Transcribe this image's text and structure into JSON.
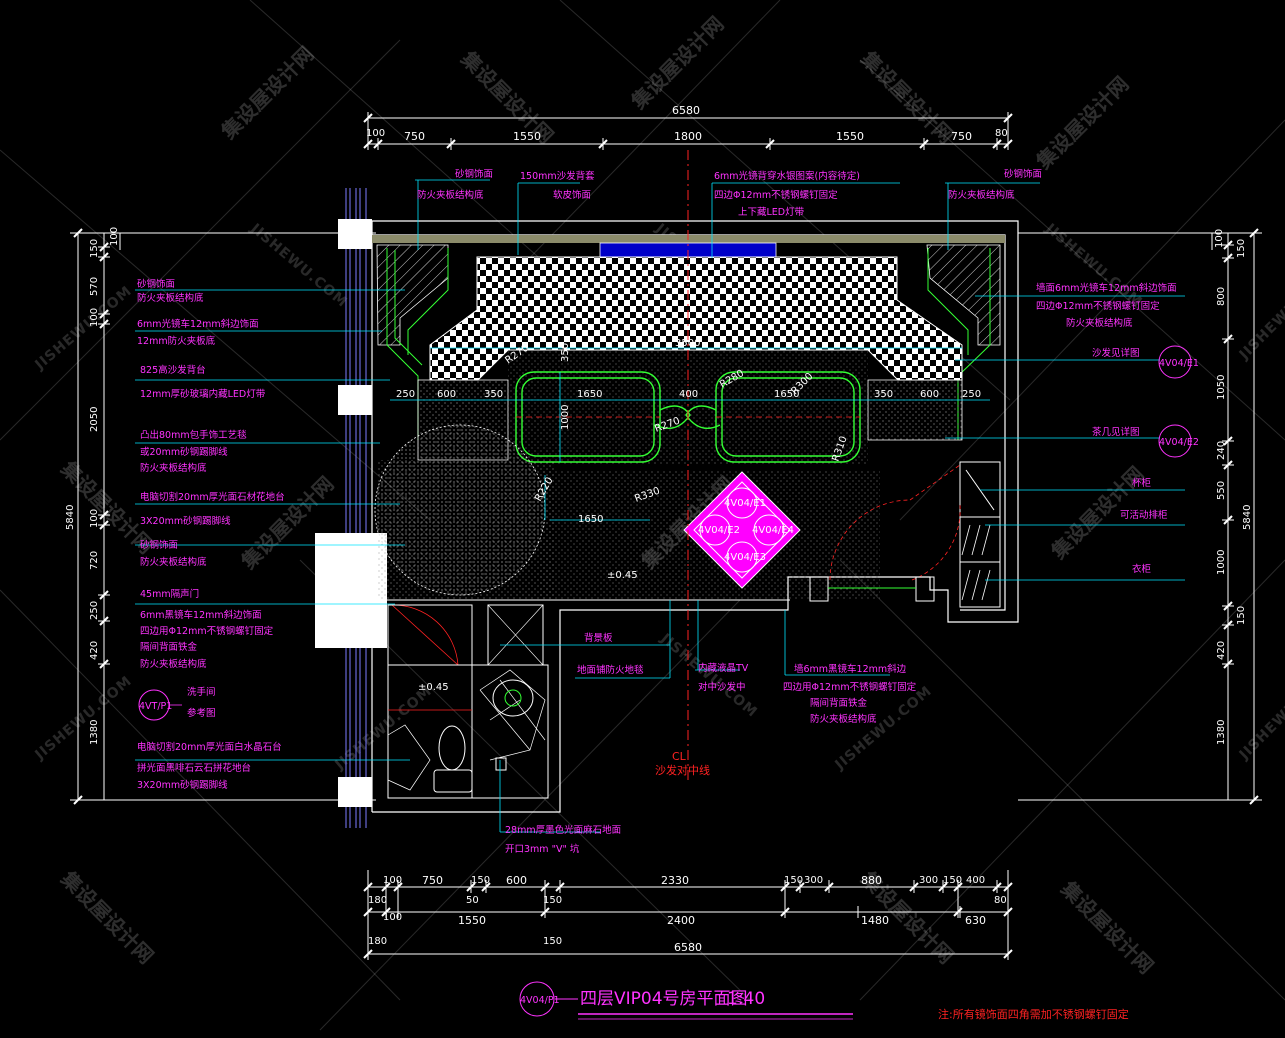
{
  "title": {
    "symbol": "4V04/P1",
    "text": "四层VIP04号房平面图",
    "scale": "1:40"
  },
  "note": "注:所有镜饰面四角需加不锈钢螺钉固定",
  "cl": {
    "code": "CL",
    "label": "沙发对中线"
  },
  "watermarks": {
    "cn": "集设屋设计网",
    "en": "JISHEWU.COM"
  },
  "top_dims": {
    "overall": "6580",
    "segments": [
      "100",
      "750",
      "1550",
      "1800",
      "1550",
      "750",
      "80"
    ]
  },
  "bottom_dims": {
    "row1": [
      "100",
      "750",
      "150",
      "600",
      "2330",
      "150",
      "300",
      "880",
      "300",
      "150",
      "400"
    ],
    "row2": [
      "180",
      "50",
      "150",
      "80"
    ],
    "row3": [
      "100",
      "1550",
      "2400",
      "1480",
      "630"
    ],
    "row4": [
      "180",
      "150"
    ],
    "overall": "6580"
  },
  "left_dims": {
    "overall": "5840",
    "segments": [
      "150",
      "100",
      "570",
      "100",
      "2050",
      "100",
      "720",
      "250",
      "420",
      "1380"
    ]
  },
  "right_dims": {
    "overall": "5840",
    "segments": [
      "100",
      "150",
      "800",
      "1050",
      "240",
      "550",
      "1000",
      "150",
      "420",
      "1380"
    ]
  },
  "room_dims": {
    "d3500": "3500",
    "d350": "350",
    "d250a": "250",
    "d600a": "600",
    "d350a": "350",
    "d1650a": "1650",
    "d400": "400",
    "d1650b": "1650",
    "d350b": "350",
    "d600b": "600",
    "d250b": "250",
    "d1000": "1000",
    "d1650c": "1650",
    "r270a": "R270",
    "r270b": "R270",
    "r330": "R330",
    "r280": "R280",
    "r300": "R300",
    "r310": "R310",
    "r220": "R220",
    "lvl1": "±0.45",
    "lvl2": "±0.45"
  },
  "elev_markers": [
    "4V04/E1",
    "4V04/E2",
    "4V04/E4",
    "4V04/E3"
  ],
  "section_markers": {
    "right1": "4V04/E1",
    "right2": "4V04/E2",
    "left": "4VT/P1"
  },
  "labels_top": [
    "砂钢饰面",
    "防火夹板结构底",
    "150mm沙发背套",
    "软皮饰面",
    "6mm光镜背穿水银图案(内容待定)",
    "四边Φ12mm不锈钢螺钉固定",
    "上下藏LED灯带",
    "砂钢饰面",
    "防火夹板结构底"
  ],
  "labels_left": [
    "砂钢饰面",
    "防火夹板结构底",
    "6mm光镜车12mm斜边饰面",
    "12mm防火夹板底",
    "825高沙发背台",
    "12mm厚砂玻璃内藏LED灯带",
    "凸出80mm包手饰工艺毯",
    "或20mm砂钢踢脚线",
    "防火夹板结构底",
    "电脑切割20mm厚光面石材花地台",
    "3X20mm砂钢踢脚线",
    "砂钢饰面",
    "防火夹板结构底",
    "45mm隔声门",
    "6mm黑镜车12mm斜边饰面",
    "四边用Φ12mm不锈钢螺钉固定",
    "隔间背面铁金",
    "防火夹板结构底",
    "洗手间",
    "参考图",
    "电脑切割20mm厚光面白水晶石台",
    "拼光面黑啡石云石拼花地台",
    "3X20mm砂钢踢脚线"
  ],
  "labels_right": [
    "墙面6mm光镜车12mm斜边饰面",
    "四边Φ12mm不锈钢螺钉固定",
    "防火夹板结构底",
    "沙发见详图",
    "茶几见详图",
    "杯柜",
    "可活动排柜",
    "衣柜"
  ],
  "labels_bottom": [
    "背景板",
    "地面铺防火地毯",
    "内藏液晶TV",
    "对中沙发中",
    "墙6mm黑镜车12mm斜边",
    "四边用Φ12mm不锈钢螺钉固定",
    "隔间背面铁金",
    "防火夹板结构底",
    "28mm厚墨色光面麻石地面",
    "开口3mm \"V\" 坑"
  ],
  "colors": {
    "background": "#000000",
    "wall": "#ffffff",
    "dimension": "#ffffff",
    "annotation": "#ff33ff",
    "centerline": "#ff2222",
    "furniture": "#33ff33",
    "leader": "#00e5ff",
    "hatch": "#ffffff"
  }
}
